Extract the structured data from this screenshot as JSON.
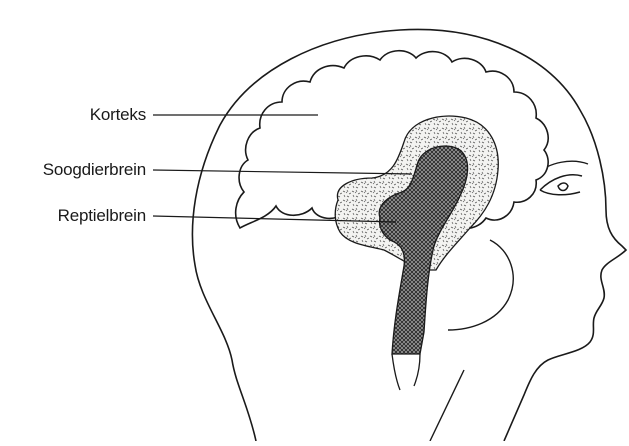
{
  "diagram": {
    "labels": {
      "korteks": "Korteks",
      "soogdierbrein": "Soogdierbrein",
      "reptielbrein": "Reptielbrein"
    },
    "colors": {
      "ink": "#1a1a1a",
      "background": "#ffffff",
      "limbic_fill": "#f4f4f2",
      "stem_fill": "#7d7d7d"
    }
  }
}
